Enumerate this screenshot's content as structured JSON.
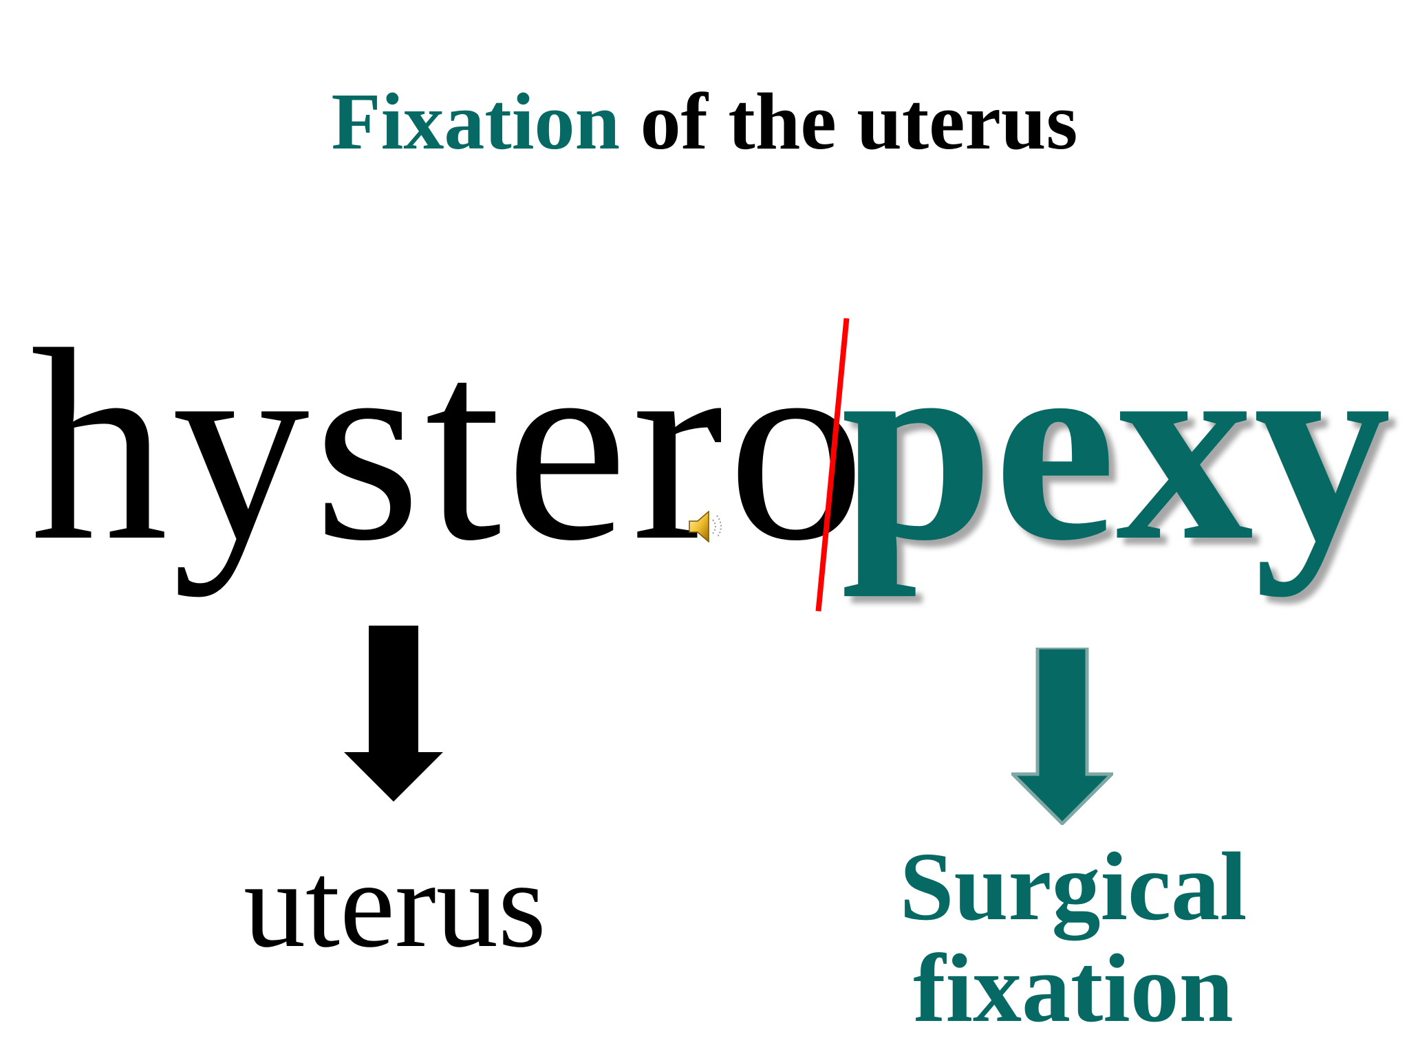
{
  "slide": {
    "title": {
      "accent_word": "Fixation",
      "rest": " of the uterus"
    },
    "term": {
      "prefix": "hystero",
      "suffix": "pexy"
    },
    "meanings": {
      "prefix_meaning": "uterus",
      "suffix_meaning_line1": "Surgical",
      "suffix_meaning_line2": "fixation"
    },
    "icons": {
      "audio": "speaker-icon",
      "left_arrow": "down-arrow-icon",
      "right_arrow": "down-arrow-icon"
    },
    "colors": {
      "accent": "#066963",
      "text": "#000000",
      "divider": "#ff0000",
      "background": "#ffffff"
    }
  }
}
